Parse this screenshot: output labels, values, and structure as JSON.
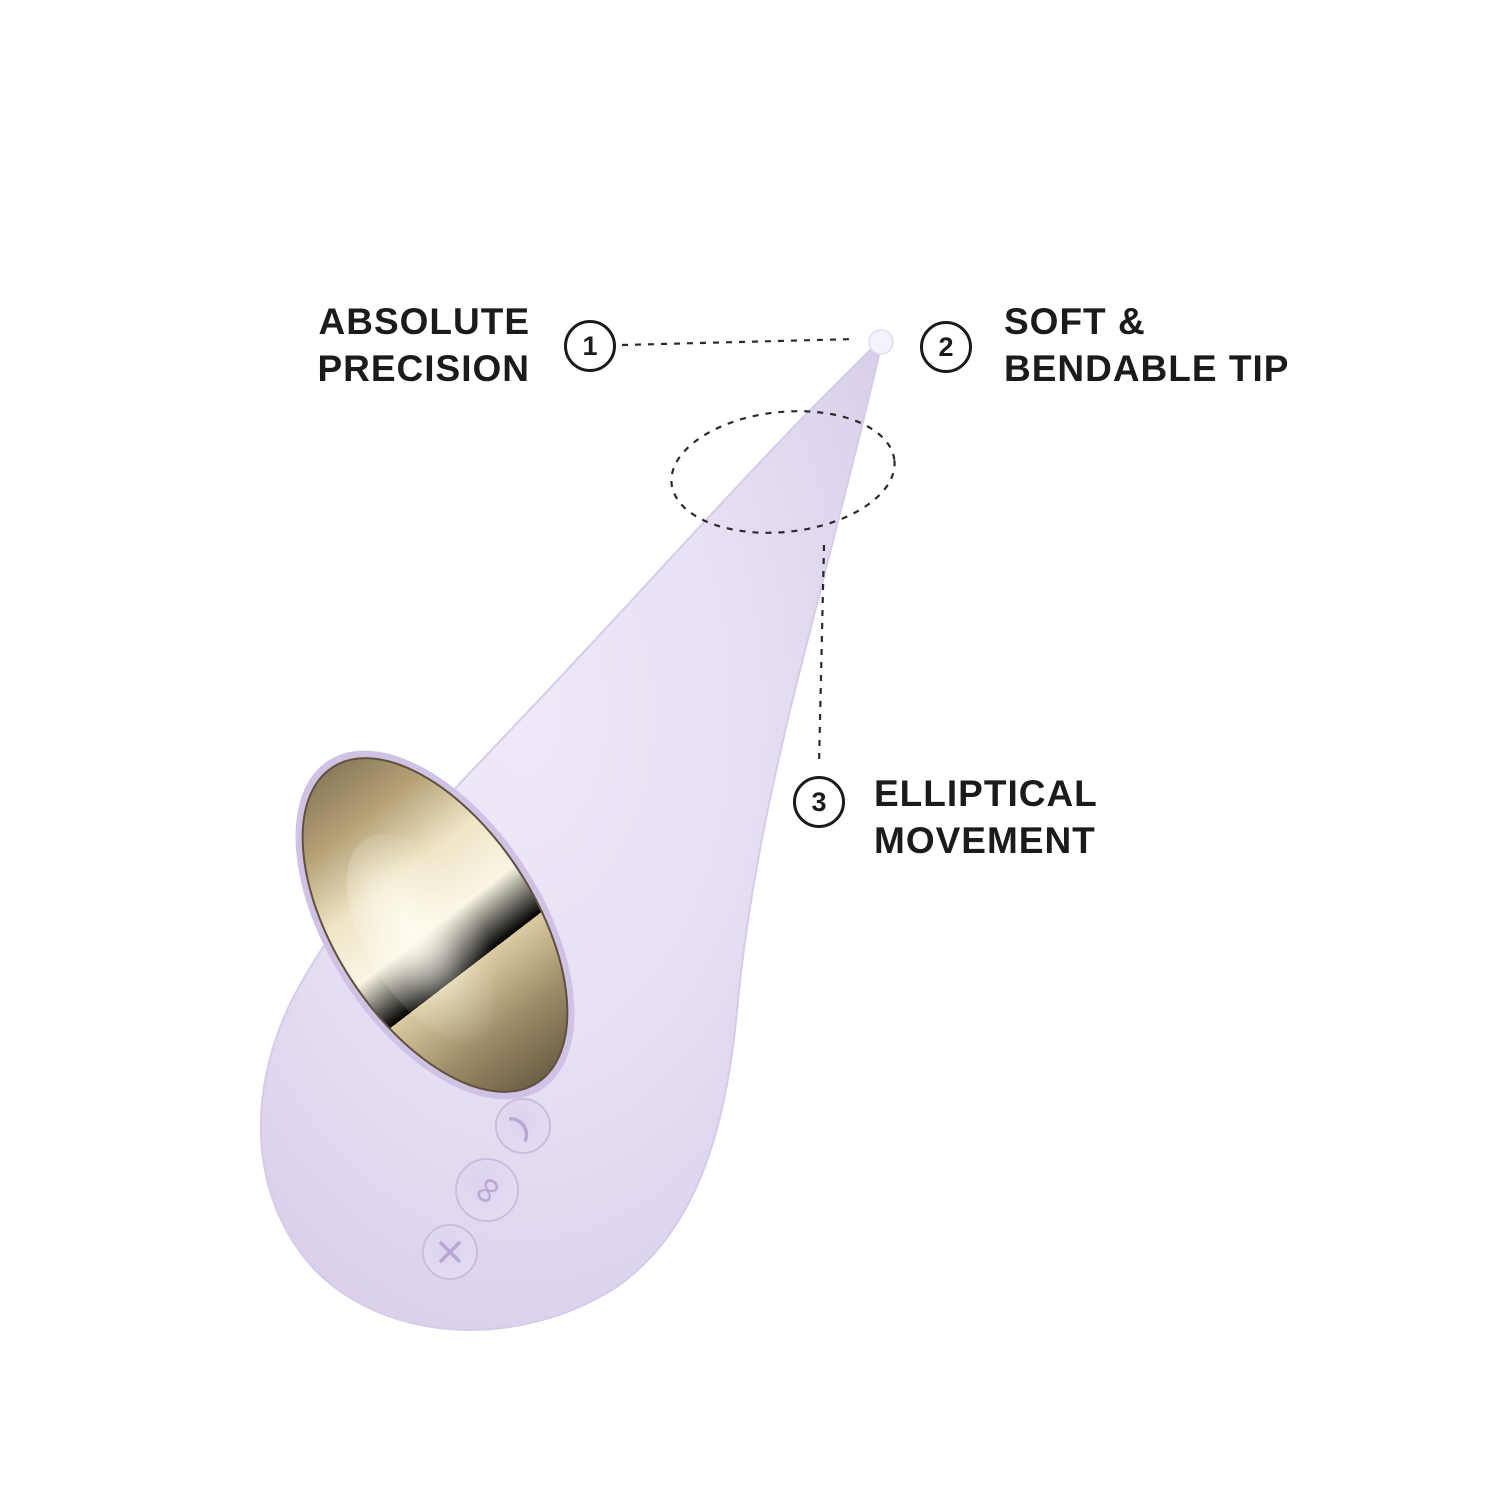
{
  "image_type": "annotated-product-diagram",
  "product": {
    "description": "lilac teardrop-shaped personal massager with metallic inset and embossed control buttons",
    "body_color": "#e6def2",
    "tip_color": "#f6f2fb",
    "metal_inset_colors": {
      "light": "#f9f3e1",
      "mid": "#d8c79e",
      "dark": "#6e5e45"
    }
  },
  "annotation_style": {
    "line_color": "#2a2a2a",
    "text_color": "#1b1b1b",
    "circle_border": "#1b1b1b"
  },
  "callouts": [
    {
      "number": "1",
      "lines": [
        "ABSOLUTE",
        "PRECISION"
      ]
    },
    {
      "number": "2",
      "lines": [
        "SOFT &",
        "BENDABLE TIP"
      ]
    },
    {
      "number": "3",
      "lines": [
        "ELLIPTICAL",
        "MOVEMENT"
      ]
    }
  ],
  "icons": {
    "button_top": "wave-arc-icon",
    "button_middle": "brand-infinity-icon",
    "button_bottom": "x-icon"
  }
}
